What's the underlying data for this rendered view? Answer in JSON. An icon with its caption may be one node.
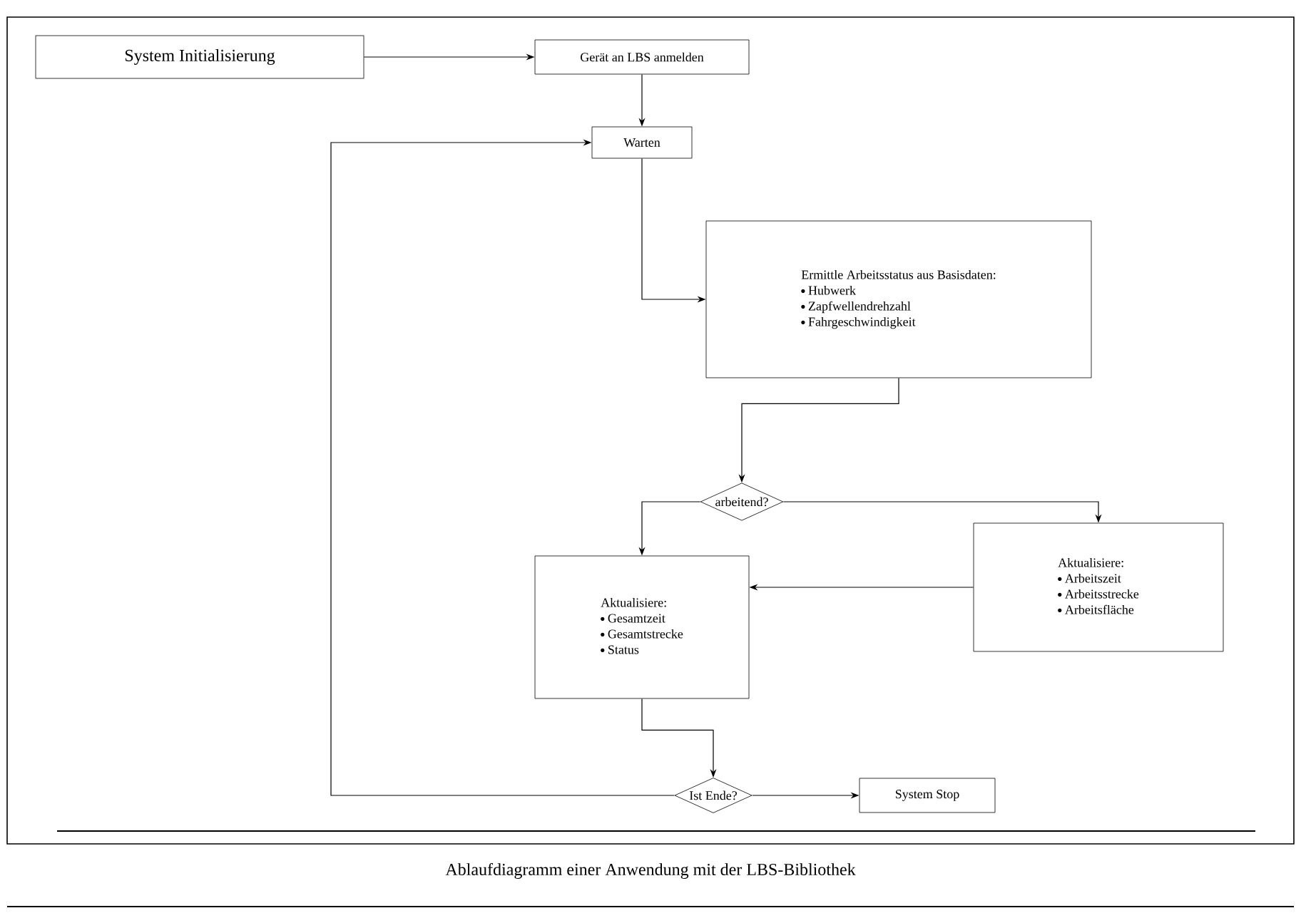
{
  "diagram": {
    "caption": "Ablaufdiagramm einer Anwendung mit der LBS-Bibliothek",
    "nodes": [
      {
        "text": [
          "System Initialisierung"
        ]
      },
      {
        "text": [
          "Gerät an LBS anmelden"
        ]
      },
      {
        "text": [
          "Warten"
        ]
      },
      {
        "text": [
          "Ermittle Arbeitsstatus aus Basisdaten:",
          "Hubwerk",
          "Zapfwellendrehzahl",
          "Fahrgeschwindigkeit"
        ]
      },
      {
        "text": [
          "arbeitend?"
        ]
      },
      {
        "text": [
          "Aktualisiere:",
          "Arbeitszeit",
          "Arbeitsstrecke",
          "Arbeitsfläche"
        ]
      },
      {
        "text": [
          "Aktualisiere:",
          "Gesamtzeit",
          "Gesamtstrecke",
          "Status"
        ]
      },
      {
        "text": [
          "Ist Ende?"
        ]
      },
      {
        "text": [
          "System Stop"
        ]
      }
    ],
    "edges": [
      {
        "from": 0,
        "to": 1,
        "arrow": "to"
      },
      {
        "from": 1,
        "to": 2,
        "arrow": "to"
      },
      {
        "from": 2,
        "to": 3,
        "arrow": "to"
      },
      {
        "from": 3,
        "to": 4,
        "arrow": "to"
      },
      {
        "from": 4,
        "to": 5,
        "arrow": "to"
      },
      {
        "from": 4,
        "to": 6,
        "arrow": "to"
      },
      {
        "from": 5,
        "to": 6,
        "arrow": "to"
      },
      {
        "from": 6,
        "to": 7,
        "arrow": "to"
      },
      {
        "from": 7,
        "to": 8,
        "arrow": "to"
      },
      {
        "from": 7,
        "to": 2,
        "arrow": "to"
      }
    ]
  }
}
